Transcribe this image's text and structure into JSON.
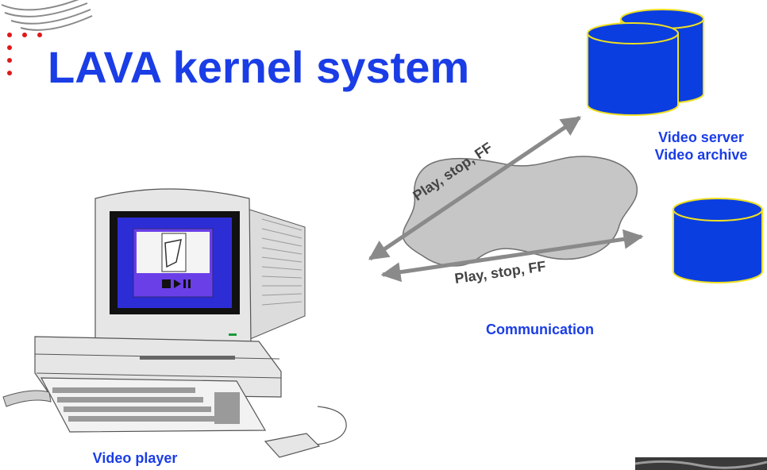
{
  "slide": {
    "title": "LAVA kernel system",
    "labels": {
      "video_server_line1": "Video server",
      "video_server_line2": "Video archive",
      "communication": "Communication",
      "video_player": "Video player",
      "arrow_upper_label": "Play, stop, FF",
      "arrow_lower_label": "Play, stop, FF"
    },
    "colors": {
      "title_text": "#1a3de6",
      "database_fill": "#0b3ee0",
      "database_outline": "#f0e020",
      "cloud_fill": "#c6c6c6",
      "arrow": "#8a8a8a",
      "bullet_dots": "#e01818"
    },
    "icons": [
      "logo-swoosh-icon",
      "bullet-dots-icon",
      "database-stack-icon",
      "database-icon",
      "network-cloud-icon",
      "computer-icon",
      "keyboard-icon",
      "mouse-icon",
      "photo-thumbnail-icon"
    ]
  }
}
